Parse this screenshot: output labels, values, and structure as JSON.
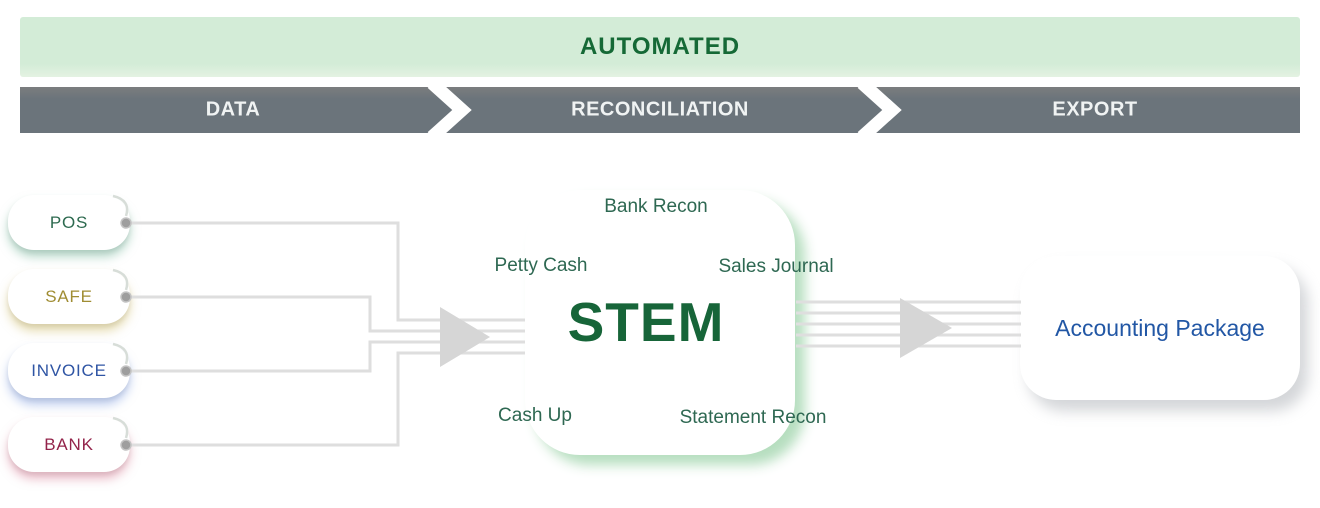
{
  "banner": {
    "label": "AUTOMATED",
    "bg_color": "#d3ecd7",
    "text_color": "#156936"
  },
  "process_bar": {
    "bg_color": "#6b747b",
    "text_color": "#f0f3f3",
    "stages": [
      {
        "label": "DATA"
      },
      {
        "label": "RECONCILIATION"
      },
      {
        "label": "EXPORT"
      }
    ]
  },
  "sources": [
    {
      "label": "POS",
      "color": "#2d6a4f"
    },
    {
      "label": "SAFE",
      "color": "#a08d33"
    },
    {
      "label": "INVOICE",
      "color": "#2f55a4"
    },
    {
      "label": "BANK",
      "color": "#93234a"
    }
  ],
  "stem": {
    "title": "STEM",
    "title_color": "#176539",
    "function_color": "#2e6852",
    "functions": [
      {
        "label": "Bank Recon"
      },
      {
        "label": "Petty Cash"
      },
      {
        "label": "Sales Journal"
      },
      {
        "label": "Cash Up"
      },
      {
        "label": "Statement Recon"
      }
    ]
  },
  "destination": {
    "label": "Accounting Package",
    "color": "#2257a5"
  },
  "connectors": {
    "line_color": "#dedede",
    "arrow_color": "#d6d6d6",
    "dot_color": "#9e9e9e"
  }
}
